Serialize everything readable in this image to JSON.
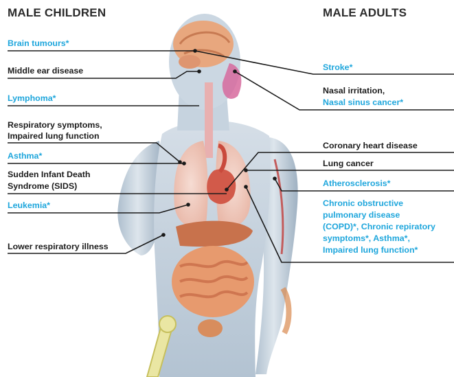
{
  "headings": {
    "left": "MALE CHILDREN",
    "right": "MALE ADULTS"
  },
  "colors": {
    "highlight": "#1ea6dc",
    "text": "#1c1c1c",
    "leader_line": "#1a1a1a"
  },
  "children": {
    "brain_tumours": "Brain tumours*",
    "middle_ear": "Middle ear disease",
    "lymphoma": "Lymphoma*",
    "respiratory_1": "Respiratory symptoms,",
    "respiratory_2": "Impaired lung function",
    "asthma": "Asthma*",
    "sids_1": "Sudden Infant Death",
    "sids_2": "Syndrome (SIDS)",
    "leukemia": "Leukemia*",
    "lower_resp": "Lower respiratory illness"
  },
  "adults": {
    "stroke": "Stroke*",
    "nasal_1": "Nasal irritation,",
    "nasal_2": "Nasal sinus cancer*",
    "coronary": "Coronary heart disease",
    "lung_cancer": "Lung cancer",
    "atherosclerosis": "Atherosclerosis*",
    "copd_1": "Chronic obstructive",
    "copd_2": "pulmonary disease",
    "copd_3": "(COPD)*, Chronic repiratory",
    "copd_4": "symptoms*, Asthma*,",
    "copd_5": "Impaired lung function*"
  }
}
